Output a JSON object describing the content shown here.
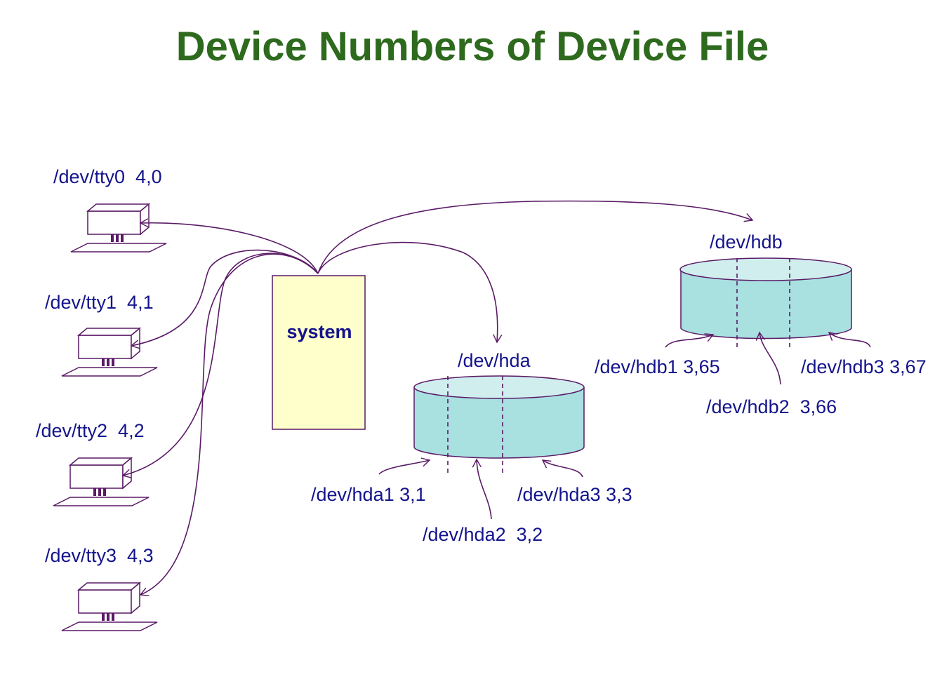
{
  "title": "Device Numbers of Device File",
  "system": {
    "label": "system"
  },
  "terminals": [
    {
      "label": "/dev/tty0  4,0"
    },
    {
      "label": "/dev/tty1  4,1"
    },
    {
      "label": "/dev/tty2  4,2"
    },
    {
      "label": "/dev/tty3  4,3"
    }
  ],
  "disk_a": {
    "label": "/dev/hda",
    "partitions": [
      {
        "label": "/dev/hda1 3,1"
      },
      {
        "label": "/dev/hda2  3,2"
      },
      {
        "label": "/dev/hda3 3,3"
      }
    ]
  },
  "disk_b": {
    "label": "/dev/hdb",
    "partitions": [
      {
        "label": "/dev/hdb1 3,65"
      },
      {
        "label": "/dev/hdb2  3,66"
      },
      {
        "label": "/dev/hdb3 3,67"
      }
    ]
  },
  "colors": {
    "title": "#2e6a1e",
    "text": "#14148c",
    "line": "#5a1a66",
    "system_fill": "#ffffcc",
    "disk_fill": "#a9e0e0",
    "disk_top": "#d0eeee"
  }
}
